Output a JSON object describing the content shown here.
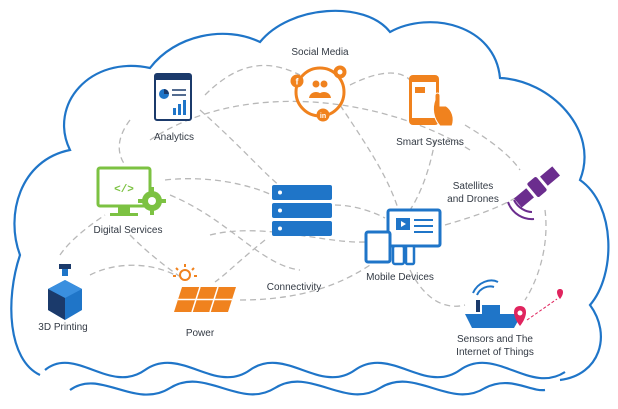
{
  "nodes": {
    "social_media": {
      "label": "Social Media",
      "icon": "social-network-icon"
    },
    "analytics": {
      "label": "Analytics",
      "icon": "report-chart-icon"
    },
    "smart_systems": {
      "label": "Smart Systems",
      "icon": "smartphone-touch-icon"
    },
    "digital_services": {
      "label": "Digital Services",
      "icon": "monitor-code-gear-icon"
    },
    "satellites": {
      "label_line1": "Satellites",
      "label_line2": "and Drones",
      "icon": "satellite-icon"
    },
    "connectivity": {
      "label": "Connectivity",
      "icon": "server-stack-icon"
    },
    "mobile_devices": {
      "label": "Mobile Devices",
      "icon": "multi-device-icon"
    },
    "printing_3d": {
      "label": "3D Printing",
      "icon": "3d-printer-icon"
    },
    "power": {
      "label": "Power",
      "icon": "solar-panel-icon"
    },
    "sensors_iot": {
      "label_line1": "Sensors and The",
      "label_line2": "Internet of Things",
      "icon": "boat-signal-pin-icon"
    }
  },
  "colors": {
    "cloud_outline": "#1f75c8",
    "wave": "#1f75c8",
    "connector": "#b8b8b8",
    "orange": "#f0821e",
    "green": "#7cc242",
    "blue": "#1f75c8",
    "navy": "#1b3a6b",
    "purple": "#6b2d8e",
    "red": "#e0245e",
    "text": "#333a44"
  }
}
